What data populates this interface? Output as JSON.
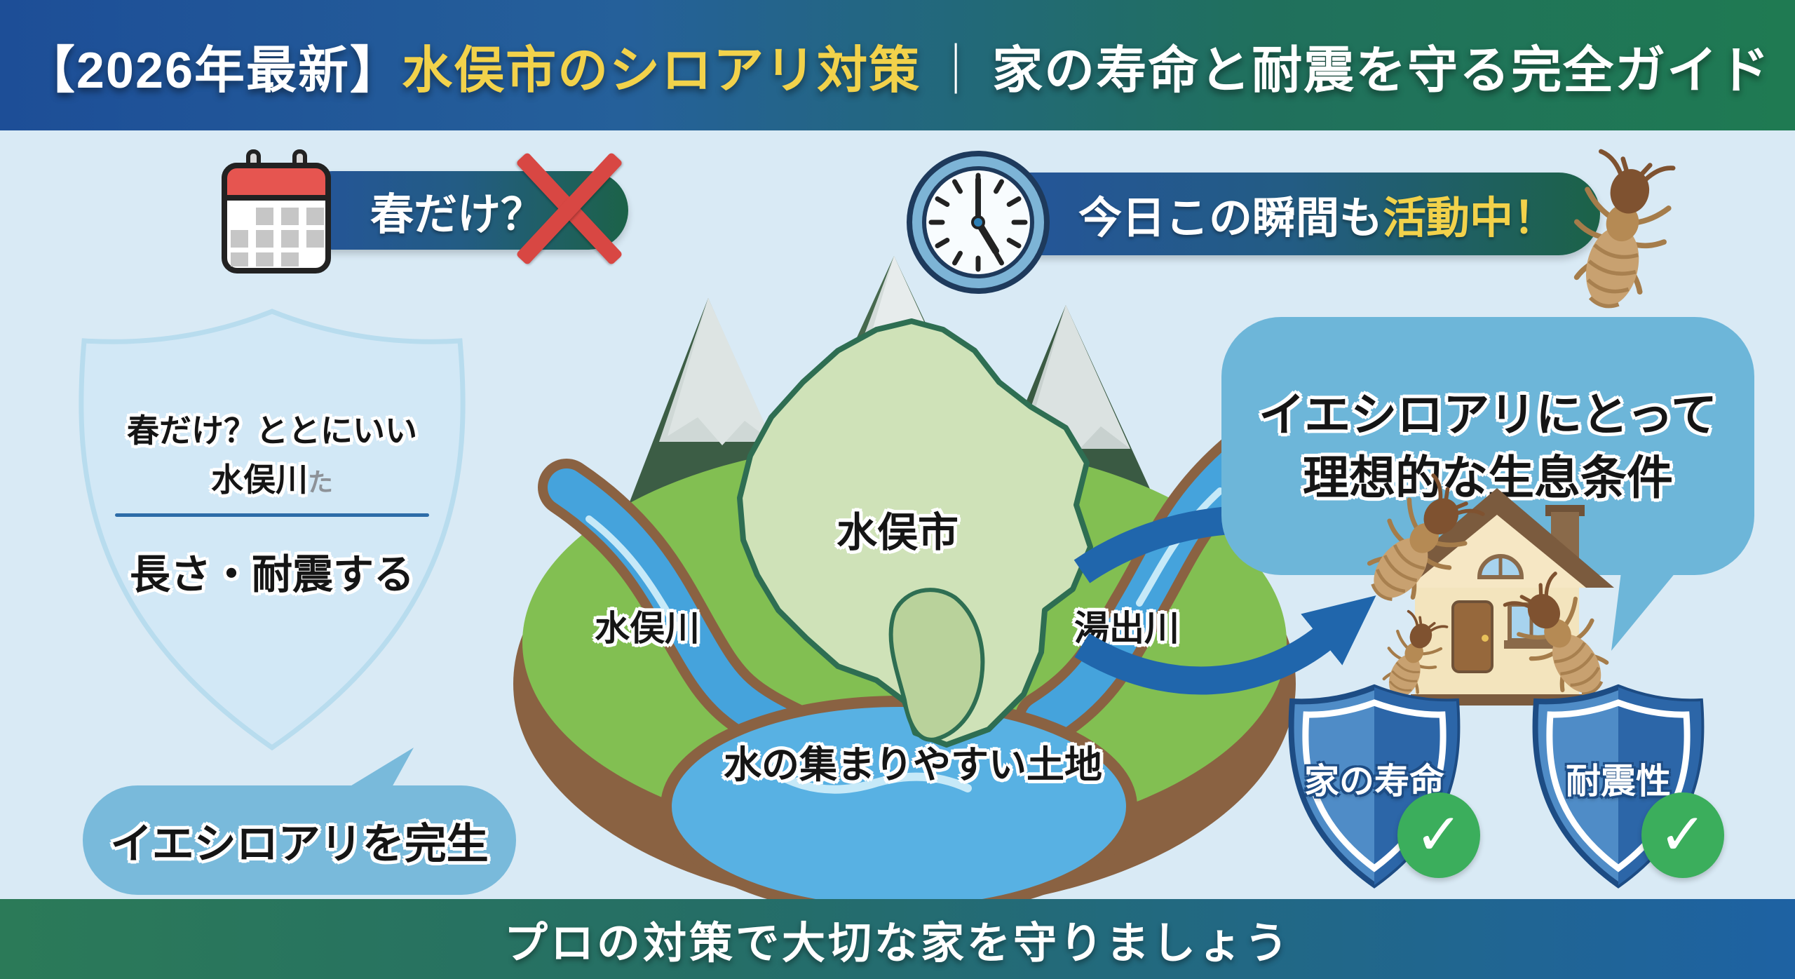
{
  "header": {
    "prefix": "【2026年最新】",
    "highlight": "水俣市のシロアリ対策",
    "separator": "｜",
    "suffix": "家の寿命と耐震を守る完全ガイド"
  },
  "badges": {
    "calendar": {
      "label": "春だけ？"
    },
    "clock": {
      "label": "今日この瞬間も",
      "label_highlight": "活動中！"
    }
  },
  "myth_shield": {
    "line1": "春だけ？ととにいい",
    "line2": "水俣川",
    "line2_note": "た",
    "line3": "長さ・耐震する"
  },
  "myth_bubble": {
    "text": "イエシロアリを完生"
  },
  "island": {
    "city": "水俣市",
    "river_left": "水俣川",
    "river_right": "湯出川",
    "caption": "水の集まりやすい土地"
  },
  "habitat_bubble": {
    "line1": "イエシロアリにとって",
    "line2": "理想的な生息条件"
  },
  "result_shields": [
    {
      "label": "家の寿命",
      "check": "✓"
    },
    {
      "label": "耐震性",
      "check": "✓"
    }
  ],
  "footer": {
    "text": "プロの対策で大切な家を守りましょう"
  },
  "colors": {
    "header_blue": "#1d4e97",
    "header_green": "#1f7a52",
    "accent_yellow": "#f2d24b",
    "alert_red": "#d84743",
    "bubble_blue": "#6db6d9",
    "arrow_blue": "#2066ac",
    "shield_blue": "#2d67a9",
    "check_green": "#3bae5c",
    "background": "#d9eaf5"
  }
}
